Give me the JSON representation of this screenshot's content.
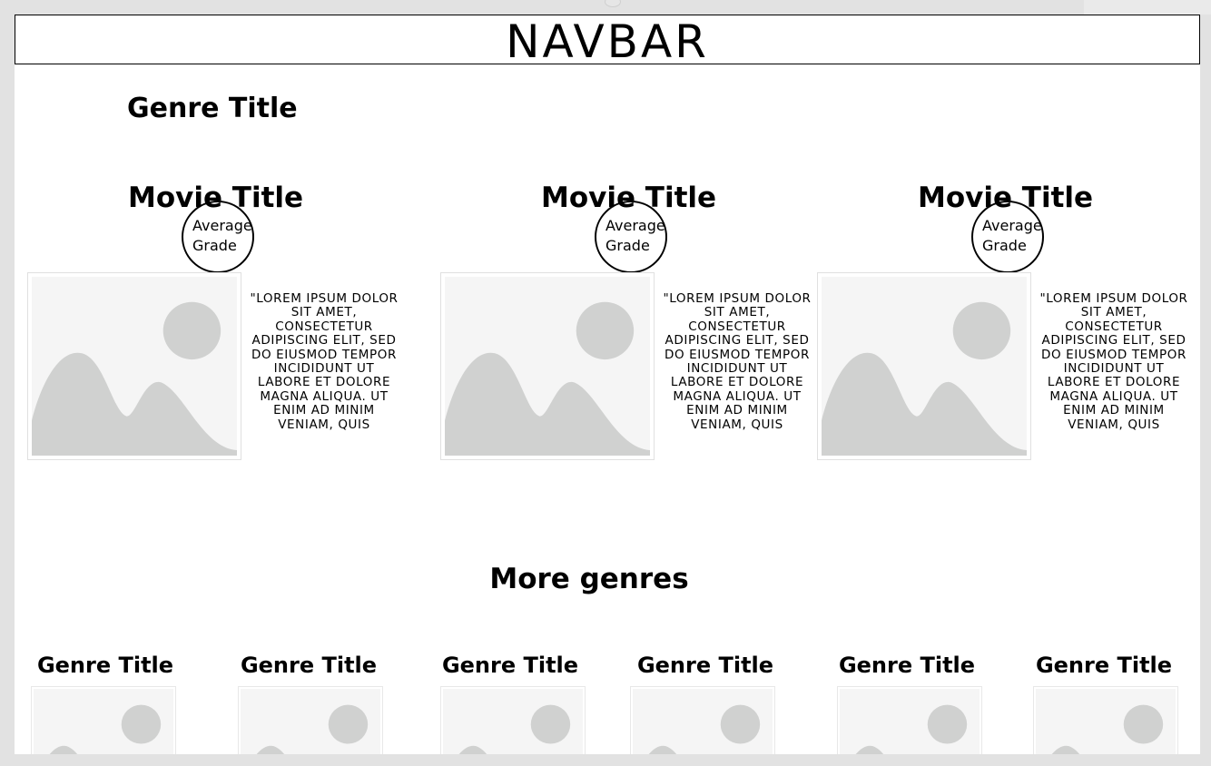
{
  "navbar": {
    "title": "NAVBAR"
  },
  "genre_section": {
    "title": "Genre Title",
    "movies": [
      {
        "title": "Movie Title",
        "grade_label": "Average\nGrade",
        "description": "\"Lorem ipsum dolor sit amet, consectetur adipiscing elit, sed do eiusmod tempor incididunt ut labore et dolore magna aliqua. Ut enim ad minim veniam, quis",
        "image_icon": "image-placeholder-icon"
      },
      {
        "title": "Movie Title",
        "grade_label": "Average\nGrade",
        "description": "\"Lorem ipsum dolor sit amet, consectetur adipiscing elit, sed do eiusmod tempor incididunt ut labore et dolore magna aliqua. Ut enim ad minim veniam, quis",
        "image_icon": "image-placeholder-icon"
      },
      {
        "title": "Movie Title",
        "grade_label": "Average\nGrade",
        "description": "\"Lorem ipsum dolor sit amet, consectetur adipiscing elit, sed do eiusmod tempor incididunt ut labore et dolore magna aliqua. Ut enim ad minim veniam, quis",
        "image_icon": "image-placeholder-icon"
      }
    ]
  },
  "more_genres": {
    "title": "More genres",
    "items": [
      {
        "title": "Genre Title",
        "image_icon": "image-placeholder-icon"
      },
      {
        "title": "Genre Title",
        "image_icon": "image-placeholder-icon"
      },
      {
        "title": "Genre Title",
        "image_icon": "image-placeholder-icon"
      },
      {
        "title": "Genre Title",
        "image_icon": "image-placeholder-icon"
      },
      {
        "title": "Genre Title",
        "image_icon": "image-placeholder-icon"
      },
      {
        "title": "Genre Title",
        "image_icon": "image-placeholder-icon"
      }
    ]
  },
  "colors": {
    "page_background": "#ffffff",
    "outer_background": "#e2e2e2",
    "placeholder_fill": "#f5f5f5",
    "placeholder_shape": "#d0d1d0"
  }
}
